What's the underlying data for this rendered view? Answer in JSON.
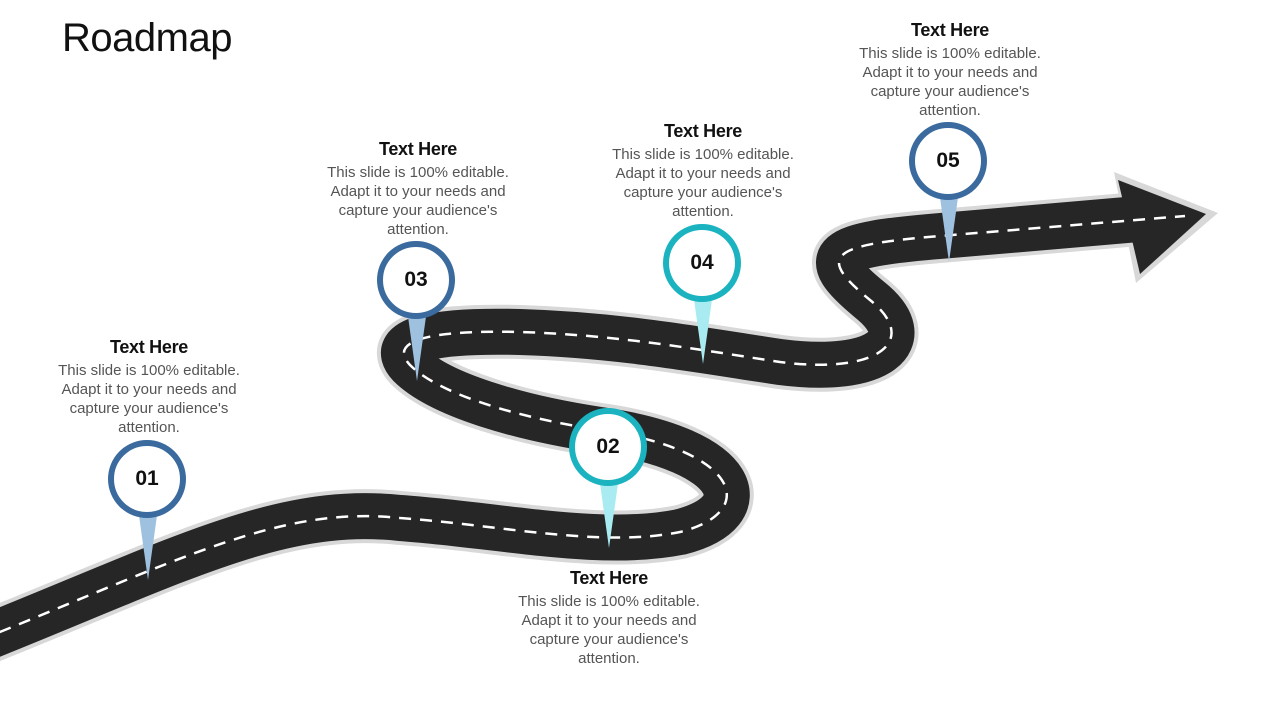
{
  "title": "Roadmap",
  "colors": {
    "road": "#262626",
    "road_edge": "#d8d8d8",
    "dash": "#ffffff",
    "blue_ring": "#3a6a9e",
    "blue_pin": "#9ec1e0",
    "teal_ring": "#1ab3bf",
    "teal_pin": "#a8ecf2"
  },
  "milestones": [
    {
      "number": "01",
      "heading": "Text Here",
      "body": "This slide is 100% editable. Adapt it to your needs and capture your audience's attention.",
      "ring_color": "blue"
    },
    {
      "number": "02",
      "heading": "Text Here",
      "body": "This slide is 100% editable. Adapt it to your needs and capture your audience's attention.",
      "ring_color": "teal"
    },
    {
      "number": "03",
      "heading": "Text Here",
      "body": "This slide is 100% editable. Adapt it to your needs and capture your audience's attention.",
      "ring_color": "blue"
    },
    {
      "number": "04",
      "heading": "Text Here",
      "body": "This slide is 100% editable. Adapt it to your needs and capture your audience's attention.",
      "ring_color": "teal"
    },
    {
      "number": "05",
      "heading": "Text Here",
      "body": "This slide is 100% editable. Adapt it to your needs and capture your audience's attention.",
      "ring_color": "blue"
    }
  ]
}
